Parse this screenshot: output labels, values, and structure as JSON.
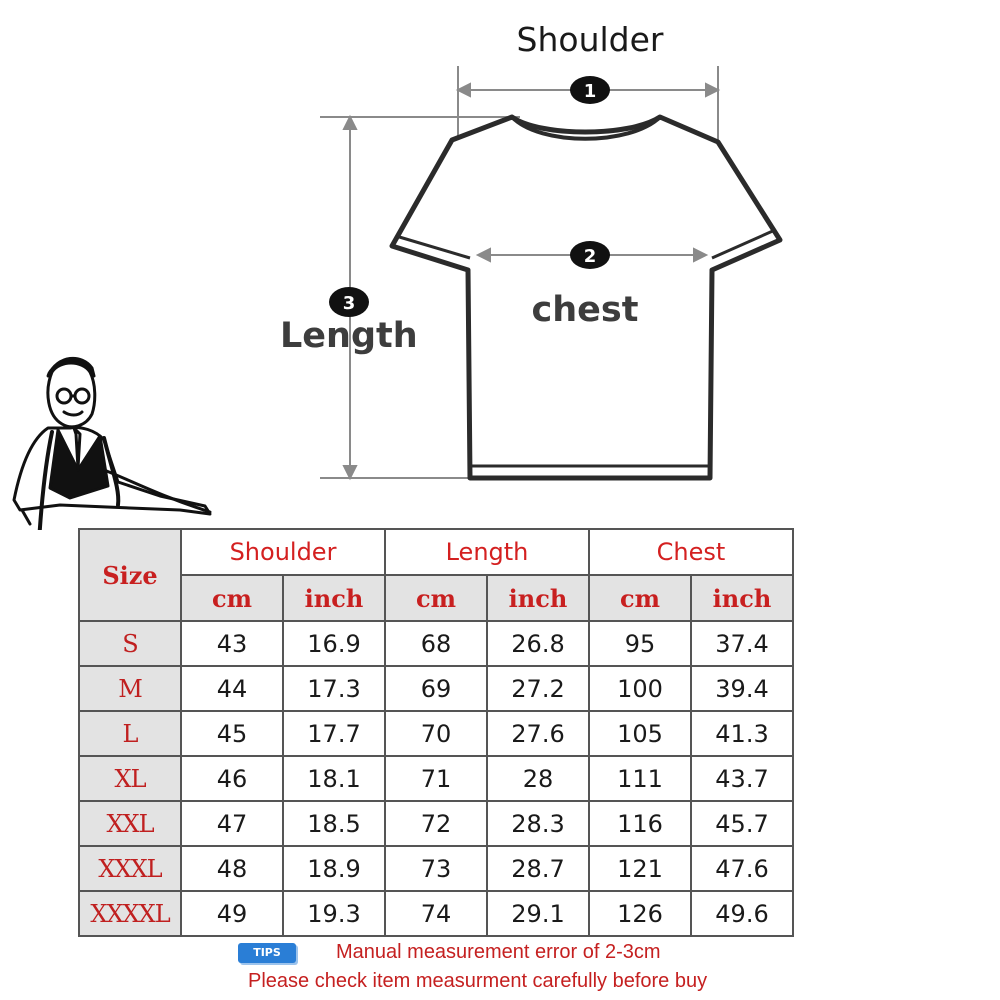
{
  "diagram": {
    "shoulder_label": "Shoulder",
    "length_label": "Length",
    "chest_label": "chest",
    "markers": [
      "1",
      "2",
      "3"
    ]
  },
  "table": {
    "size_header": "Size",
    "groups": [
      "Shoulder",
      "Length",
      "Chest"
    ],
    "units": [
      "cm",
      "inch",
      "cm",
      "inch",
      "cm",
      "inch"
    ],
    "rows": [
      {
        "size": "S",
        "values": [
          "43",
          "16.9",
          "68",
          "26.8",
          "95",
          "37.4"
        ]
      },
      {
        "size": "M",
        "values": [
          "44",
          "17.3",
          "69",
          "27.2",
          "100",
          "39.4"
        ]
      },
      {
        "size": "L",
        "values": [
          "45",
          "17.7",
          "70",
          "27.6",
          "105",
          "41.3"
        ]
      },
      {
        "size": "XL",
        "values": [
          "46",
          "18.1",
          "71",
          "28",
          "111",
          "43.7"
        ]
      },
      {
        "size": "XXL",
        "values": [
          "47",
          "18.5",
          "72",
          "28.3",
          "116",
          "45.7"
        ]
      },
      {
        "size": "XXXL",
        "values": [
          "48",
          "18.9",
          "73",
          "28.7",
          "121",
          "47.6"
        ]
      },
      {
        "size": "XXXXL",
        "values": [
          "49",
          "19.3",
          "74",
          "29.1",
          "126",
          "49.6"
        ]
      }
    ]
  },
  "tips": {
    "badge": "TIPS",
    "line1": "Manual measurement error of 2-3cm",
    "line2": "Please check item measurment carefully before buy"
  },
  "colors": {
    "header_red": "#d42020",
    "tips_blue": "#2a7ed6"
  }
}
